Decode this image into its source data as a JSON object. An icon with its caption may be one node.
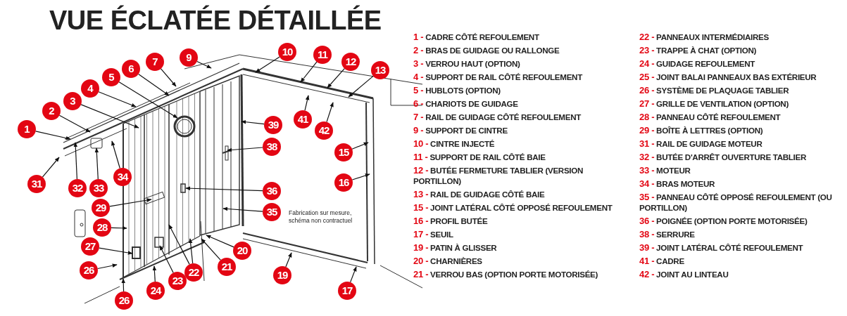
{
  "diagram": {
    "title": "VUE ÉCLATÉE DÉTAILLÉE",
    "nodes": [
      {
        "text": [
          "1"
        ]
      },
      {
        "text": [
          "2"
        ]
      },
      {
        "text": [
          "3"
        ]
      },
      {
        "text": [
          "4"
        ]
      },
      {
        "text": [
          "5"
        ]
      },
      {
        "text": [
          "6"
        ]
      },
      {
        "text": [
          "7"
        ]
      },
      {
        "text": [
          "9"
        ]
      },
      {
        "text": [
          "10"
        ]
      },
      {
        "text": [
          "11"
        ]
      },
      {
        "text": [
          "12"
        ]
      },
      {
        "text": [
          "13"
        ]
      },
      {
        "text": [
          "41"
        ]
      },
      {
        "text": [
          "42"
        ]
      },
      {
        "text": [
          "39"
        ]
      },
      {
        "text": [
          "38"
        ]
      },
      {
        "text": [
          "15"
        ]
      },
      {
        "text": [
          "16"
        ]
      },
      {
        "text": [
          "36"
        ]
      },
      {
        "text": [
          "35"
        ]
      },
      {
        "text": [
          "20"
        ]
      },
      {
        "text": [
          "21"
        ]
      },
      {
        "text": [
          "19"
        ]
      },
      {
        "text": [
          "17"
        ]
      },
      {
        "text": [
          "31"
        ]
      },
      {
        "text": [
          "32"
        ]
      },
      {
        "text": [
          "33"
        ]
      },
      {
        "text": [
          "34"
        ]
      },
      {
        "text": [
          "29"
        ]
      },
      {
        "text": [
          "28"
        ]
      },
      {
        "text": [
          "27"
        ]
      },
      {
        "text": [
          "26"
        ]
      },
      {
        "text": [
          "26"
        ]
      },
      {
        "text": [
          "24"
        ]
      },
      {
        "text": [
          "23"
        ]
      },
      {
        "text": [
          "22"
        ]
      }
    ],
    "edges": [
      {
        "from": 0,
        "to": null,
        "arrow": "to"
      },
      {
        "from": 1,
        "to": null,
        "arrow": "to"
      },
      {
        "from": 2,
        "to": null,
        "arrow": "to"
      },
      {
        "from": 3,
        "to": null,
        "arrow": "to"
      },
      {
        "from": 4,
        "to": null,
        "arrow": "to"
      },
      {
        "from": 5,
        "to": null,
        "arrow": "to"
      },
      {
        "from": 6,
        "to": null,
        "arrow": "to"
      },
      {
        "from": 7,
        "to": null,
        "arrow": "to"
      },
      {
        "from": 8,
        "to": null,
        "arrow": "to"
      },
      {
        "from": 9,
        "to": null,
        "arrow": "to"
      },
      {
        "from": 10,
        "to": null,
        "arrow": "to"
      },
      {
        "from": 11,
        "to": null,
        "arrow": "to"
      },
      {
        "from": 12,
        "to": null,
        "arrow": "to"
      },
      {
        "from": 13,
        "to": null,
        "arrow": "to"
      },
      {
        "from": 14,
        "to": null,
        "arrow": "to"
      },
      {
        "from": 15,
        "to": null,
        "arrow": "to"
      },
      {
        "from": 16,
        "to": null,
        "arrow": "to"
      },
      {
        "from": 17,
        "to": null,
        "arrow": "to"
      },
      {
        "from": 18,
        "to": null,
        "arrow": "to"
      },
      {
        "from": 19,
        "to": null,
        "arrow": "to"
      },
      {
        "from": 20,
        "to": null,
        "arrow": "to"
      },
      {
        "from": 21,
        "to": null,
        "arrow": "to"
      },
      {
        "from": 22,
        "to": null,
        "arrow": "to"
      },
      {
        "from": 23,
        "to": null,
        "arrow": "to"
      },
      {
        "from": 24,
        "to": null,
        "arrow": "to"
      },
      {
        "from": 25,
        "to": null,
        "arrow": "to"
      },
      {
        "from": 26,
        "to": null,
        "arrow": "to"
      },
      {
        "from": 27,
        "to": null,
        "arrow": "to"
      },
      {
        "from": 28,
        "to": null,
        "arrow": "to"
      },
      {
        "from": 29,
        "to": null,
        "arrow": "to"
      },
      {
        "from": 30,
        "to": null,
        "arrow": "to"
      },
      {
        "from": 31,
        "to": null,
        "arrow": "to"
      },
      {
        "from": 32,
        "to": null,
        "arrow": "to"
      },
      {
        "from": 33,
        "to": null,
        "arrow": "to"
      },
      {
        "from": 34,
        "to": null,
        "arrow": "to"
      },
      {
        "from": 35,
        "to": null,
        "arrow": "to"
      },
      {
        "from": 35,
        "to": null,
        "arrow": "to"
      }
    ],
    "labels": [
      "Fabrication sur mesure, schéma non contractuel",
      "1 - CADRE CÔTÉ REFOULEMENT",
      "2 - BRAS DE GUIDAGE OU RALLONGE",
      "3 - VERROU HAUT (OPTION)",
      "4 - SUPPORT DE RAIL CÔTÉ REFOULEMENT",
      "5 - HUBLOTS (OPTION)",
      "6 - CHARIOTS DE GUIDAGE",
      "7 - RAIL DE GUIDAGE CÔTÉ REFOULEMENT",
      "9 - SUPPORT DE CINTRE",
      "10 - CINTRE INJECTÉ",
      "11 - SUPPORT DE RAIL CÔTÉ BAIE",
      "12 - BUTÉE FERMETURE TABLIER (VERSION PORTILLON)",
      "13 - RAIL DE GUIDAGE CÔTÉ BAIE",
      "15 - JOINT LATÉRAL CÔTÉ OPPOSÉ REFOULEMENT",
      "16 - PROFIL BUTÉE",
      "17 - SEUIL",
      "19 - PATIN À GLISSER",
      "20 - CHARNIÈRES",
      "21 - VERROU BAS (OPTION PORTE MOTORISÉE)",
      "22 - PANNEAUX INTERMÉDIAIRES",
      "23 - TRAPPE À CHAT (OPTION)",
      "24 - GUIDAGE REFOULEMENT",
      "25 - JOINT BALAI PANNEAUX BAS EXTÉRIEUR",
      "26 - SYSTÈME DE PLAQUAGE TABLIER",
      "27 - GRILLE DE VENTILATION (OPTION)",
      "28 - PANNEAU CÔTÉ REFOULEMENT",
      "29 - BOÎTE À LETTRES (OPTION)",
      "31 - RAIL DE GUIDAGE MOTEUR",
      "32 - BUTÉE D'ARRÊT OUVERTURE TABLIER",
      "33 - MOTEUR",
      "34 - BRAS MOTEUR",
      "35 - PANNEAU CÔTÉ OPPOSÉ REFOULEMENT (OU PORTILLON)",
      "36 - POIGNÉE (OPTION PORTE MOTORISÉE)",
      "38 - SERRURE",
      "39 - JOINT LATÉRAL CÔTÉ REFOULEMENT",
      "41 - CADRE",
      "42 - JOINT AU LINTEAU"
    ]
  }
}
